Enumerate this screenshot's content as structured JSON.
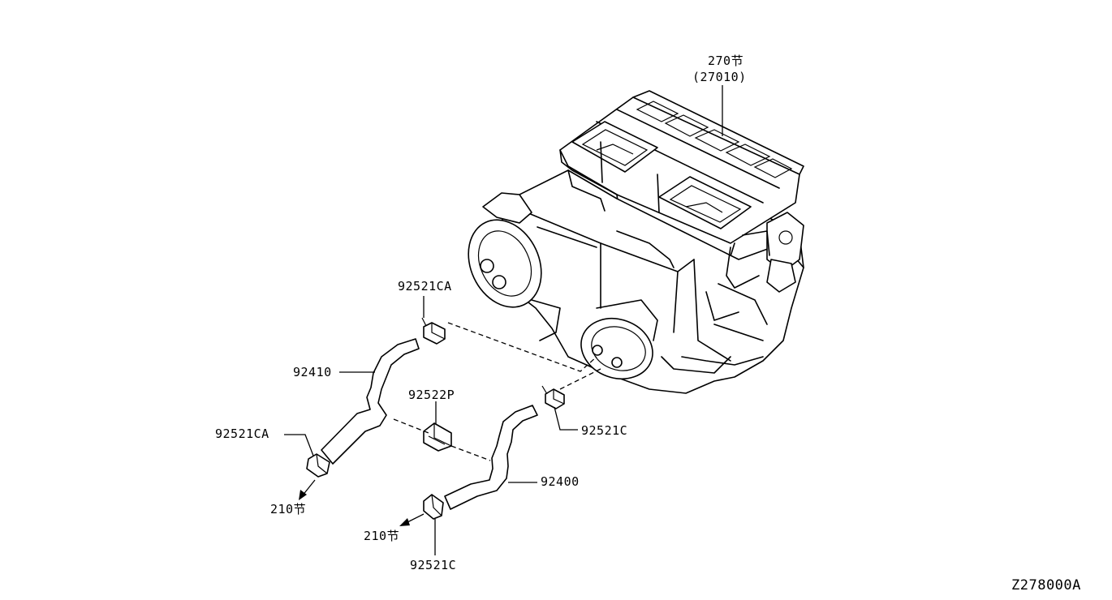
{
  "callouts": {
    "heater_unit_section": "270节",
    "heater_unit_number": "(27010)",
    "clamp_upper_left": "92521CA",
    "hose_upper": "92410",
    "clip": "92522P",
    "clamp_lower_left": "92521CA",
    "clamp_right": "92521C",
    "hose_lower": "92400",
    "clamp_bottom": "92521C",
    "ref_left": "210节",
    "ref_bottom": "210节"
  },
  "diagram_id": "Z278000A"
}
